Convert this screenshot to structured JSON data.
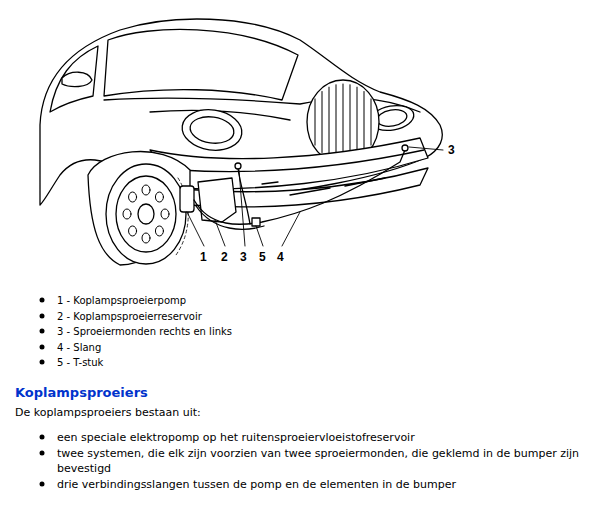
{
  "diagram": {
    "title": "Koplampsproeiers",
    "labels": [
      "3",
      "1",
      "2",
      "3",
      "5",
      "4",
      "1 - Koplampsproeierpomp",
      "2 - Koplampsproeierreservoir",
      "3 - Sproeiermonden rechts en links",
      "4 - Slang",
      "5 - T-stuk",
      "De koplampsproeiers bestaan uit:",
      "een speciale elektropomp op het ruitensproeiervloeistofreservoir",
      "twee systemen, die elk zijn voorzien van twee sproeiermonden, die geklemd in de bumper zijn bevestigd",
      "drie verbindingsslangen tussen de pomp en de elementen in de bumper"
    ]
  }
}
